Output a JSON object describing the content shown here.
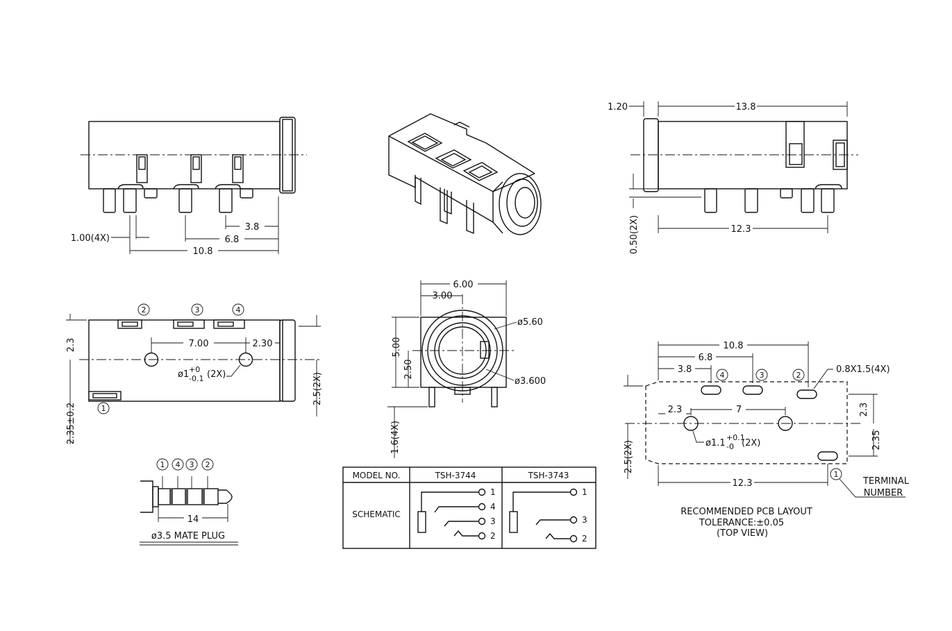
{
  "side_view": {
    "dims": {
      "pitch_small": "3.8",
      "pitch_mid": "6.8",
      "pitch_total": "10.8",
      "pin_width": "1.00(4X)"
    }
  },
  "iso_view": {},
  "right_view": {
    "dims": {
      "flange": "1.20",
      "body_length": "13.8",
      "pin_span": "12.3",
      "pin_height": "0.50(2X)"
    }
  },
  "top_view": {
    "dims": {
      "left_height": "2.3",
      "hole_spacing": "7.00",
      "hole_offset": "2.30",
      "bottom_offset": "2.35±0.2",
      "right_height": "2.5(2X)",
      "hole_dia": "ø1",
      "hole_tol_plus": "+0",
      "hole_tol_minus": "-0.1",
      "hole_count": "(2X)"
    },
    "terminals": [
      "1",
      "2",
      "3",
      "4"
    ]
  },
  "front_view": {
    "dims": {
      "width": "6.00",
      "half_width": "3.00",
      "height": "5.00",
      "half_height": "2.50",
      "outer_dia": "ø5.60",
      "inner_dia": "ø3.600",
      "pin_len": "1.6(4X)"
    }
  },
  "plug": {
    "labels": [
      "1",
      "4",
      "3",
      "2"
    ],
    "length": "14",
    "caption": "ø3.5 MATE PLUG"
  },
  "table": {
    "header_model": "MODEL NO.",
    "models": [
      "TSH-3744",
      "TSH-3743"
    ],
    "row_label": "SCHEMATIC",
    "pins_3744": [
      "1",
      "4",
      "3",
      "2"
    ],
    "pins_3743": [
      "1",
      "3",
      "2"
    ]
  },
  "pcb": {
    "dims": {
      "total": "10.8",
      "mid": "6.8",
      "small": "3.8",
      "slot": "0.8X1.5(4X)",
      "left": "2.3",
      "hole_spacing": "7",
      "right_upper": "2.3",
      "right_lower": "2.35",
      "left_height": "2.5(2X)",
      "bottom": "12.3",
      "hole_dia": "ø1.1",
      "hole_tol_plus": "+0.1",
      "hole_tol_minus": "-0",
      "hole_count": "(2X)"
    },
    "pads": [
      "4",
      "3",
      "2"
    ],
    "terminal_circle": "1",
    "terminal_label_1": "TERMINAL",
    "terminal_label_2": "NUMBER",
    "caption_1": "RECOMMENDED PCB LAYOUT",
    "caption_2": "TOLERANCE:±0.05",
    "caption_3": "(TOP VIEW)"
  }
}
